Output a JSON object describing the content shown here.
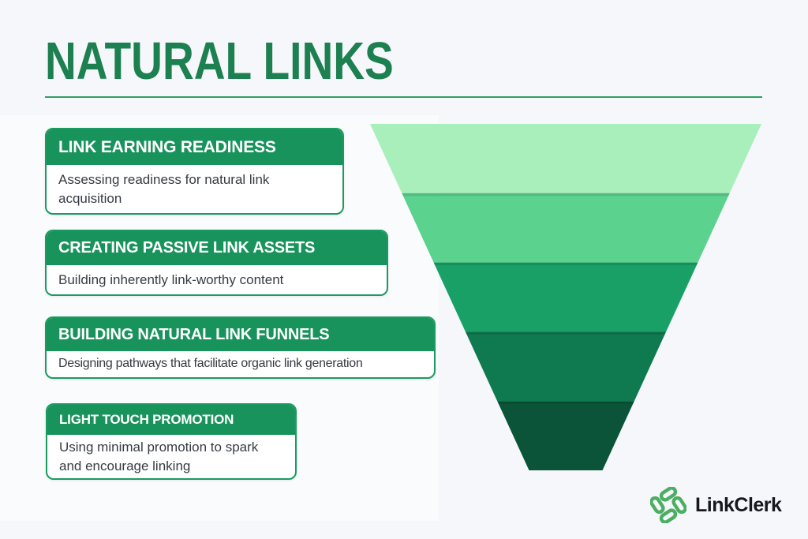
{
  "header": {
    "title": "NATURAL LINKS"
  },
  "cards": [
    {
      "title": "LINK EARNING READINESS",
      "description": "Assessing readiness for natural link acquisition"
    },
    {
      "title": "CREATING PASSIVE LINK ASSETS",
      "description": "Building inherently link-worthy content"
    },
    {
      "title": "BUILDING NATURAL LINK FUNNELS",
      "description": "Designing pathways that facilitate organic link generation"
    },
    {
      "title": "LIGHT TOUCH PROMOTION",
      "description": "Using minimal promotion to spark and encourage linking"
    }
  ],
  "funnel": {
    "type": "funnel",
    "direction": "wide-top-to-narrow-bottom",
    "stages": [
      {
        "name": "stage-1",
        "color": "#a9efbc"
      },
      {
        "name": "stage-2",
        "color": "#5bd28d"
      },
      {
        "name": "stage-3",
        "color": "#18a066"
      },
      {
        "name": "stage-4",
        "color": "#0f7950"
      },
      {
        "name": "stage-5",
        "color": "#0b5339"
      }
    ]
  },
  "logo": {
    "text": "LinkClerk",
    "icon": "chain-links-icon",
    "icon_color": "#4cae62",
    "text_color": "#15181d"
  },
  "colors": {
    "canvas-bg": "#f5f7fa",
    "title-green": "#1d8050",
    "divider-green": "#2e9e63",
    "card-header-bg": "#18935b",
    "card-border": "#1a9b61",
    "card-text": "#363b42",
    "header-text": "#ffffff"
  }
}
